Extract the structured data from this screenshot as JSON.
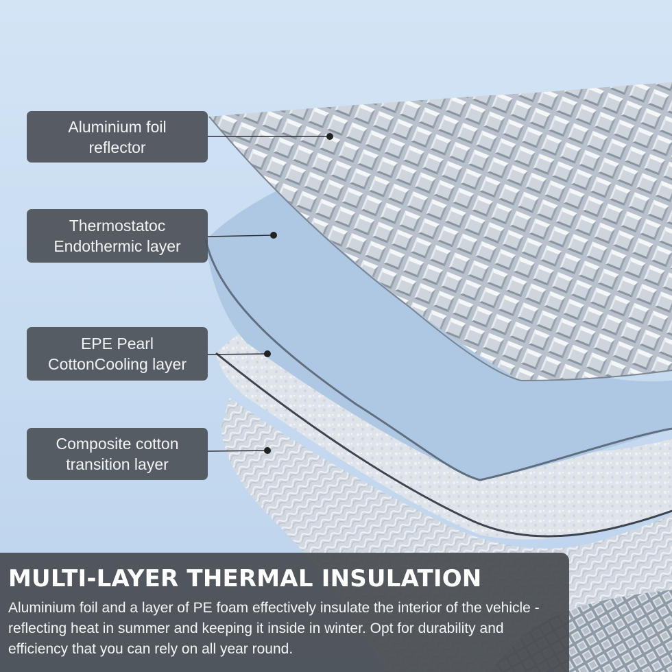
{
  "colors": {
    "background": "#c8dcf2",
    "foil": "#d6dce3",
    "blue_layer": "#afc8e2",
    "pearl_cotton": "#e4e8ee",
    "label_box": "#4e5258",
    "banner": "#484c52",
    "marker_dot": "#222222"
  },
  "labels": [
    {
      "line1": "Aluminium foil",
      "line2": "reflector"
    },
    {
      "line1": "Thermostatoc",
      "line2": "Endothermic layer"
    },
    {
      "line1": "EPE Pearl",
      "line2": "CottonCooling layer"
    },
    {
      "line1": "Composite cotton",
      "line2": "transition layer"
    }
  ],
  "banner": {
    "title": "MULTI-LAYER THERMAL INSULATION",
    "text": "Aluminium foil and a layer of PE foam effectively insulate the interior of the vehicle - reflecting heat in summer and keeping it inside in winter. Opt for durability and efficiency that you can rely on all year round."
  }
}
